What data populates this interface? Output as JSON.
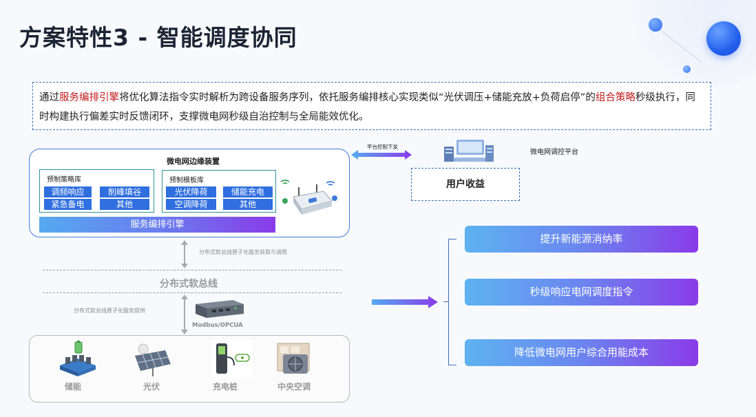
{
  "title": "方案特性3 - 智能调度协同",
  "intro": {
    "p1": "通过",
    "hl1": "服务编排引擎",
    "p2": "将优化算法指令实时解析为跨设备服务序列，依托服务编排核心实现类似“光伏调压+储能充放+负荷启停”的",
    "hl2": "组合策略",
    "p3": "秒级执行，同时构建执行偏差实时反馈闭环，支撑微电网秒级自治控制与全局能效优化。"
  },
  "edge_device": {
    "title": "微电网边缘装置",
    "strategy_lib": {
      "title": "预制策略库",
      "items": [
        "调频响应",
        "削峰填谷",
        "紧急备电",
        "其他"
      ]
    },
    "template_lib": {
      "title": "预制模板库",
      "items": [
        "光伏降荷",
        "储能充电",
        "空调降荷",
        "其他"
      ]
    },
    "engine": "服务编排引擎"
  },
  "platform": {
    "arrow_label": "平台控制下发",
    "name": "微电网调控平台",
    "revenue": "用户收益"
  },
  "bus": {
    "top_note": "分布式软总线原子化服务获取与调用",
    "label": "分布式软总线",
    "bottom_note": "分布式软总线原子化服务提供",
    "protocol": "Modbus/OPCUA"
  },
  "devices": [
    "储能",
    "光伏",
    "充电桩",
    "中央空调"
  ],
  "benefits": [
    "提升新能源消纳率",
    "秒级响应电网调度指令",
    "降低微电网用户综合用能成本"
  ],
  "colors": {
    "accent_blue": "#2f6fe0",
    "highlight_red": "#c01d1d",
    "gradient_start": "#56aaf0",
    "gradient_end": "#8a3be8"
  }
}
